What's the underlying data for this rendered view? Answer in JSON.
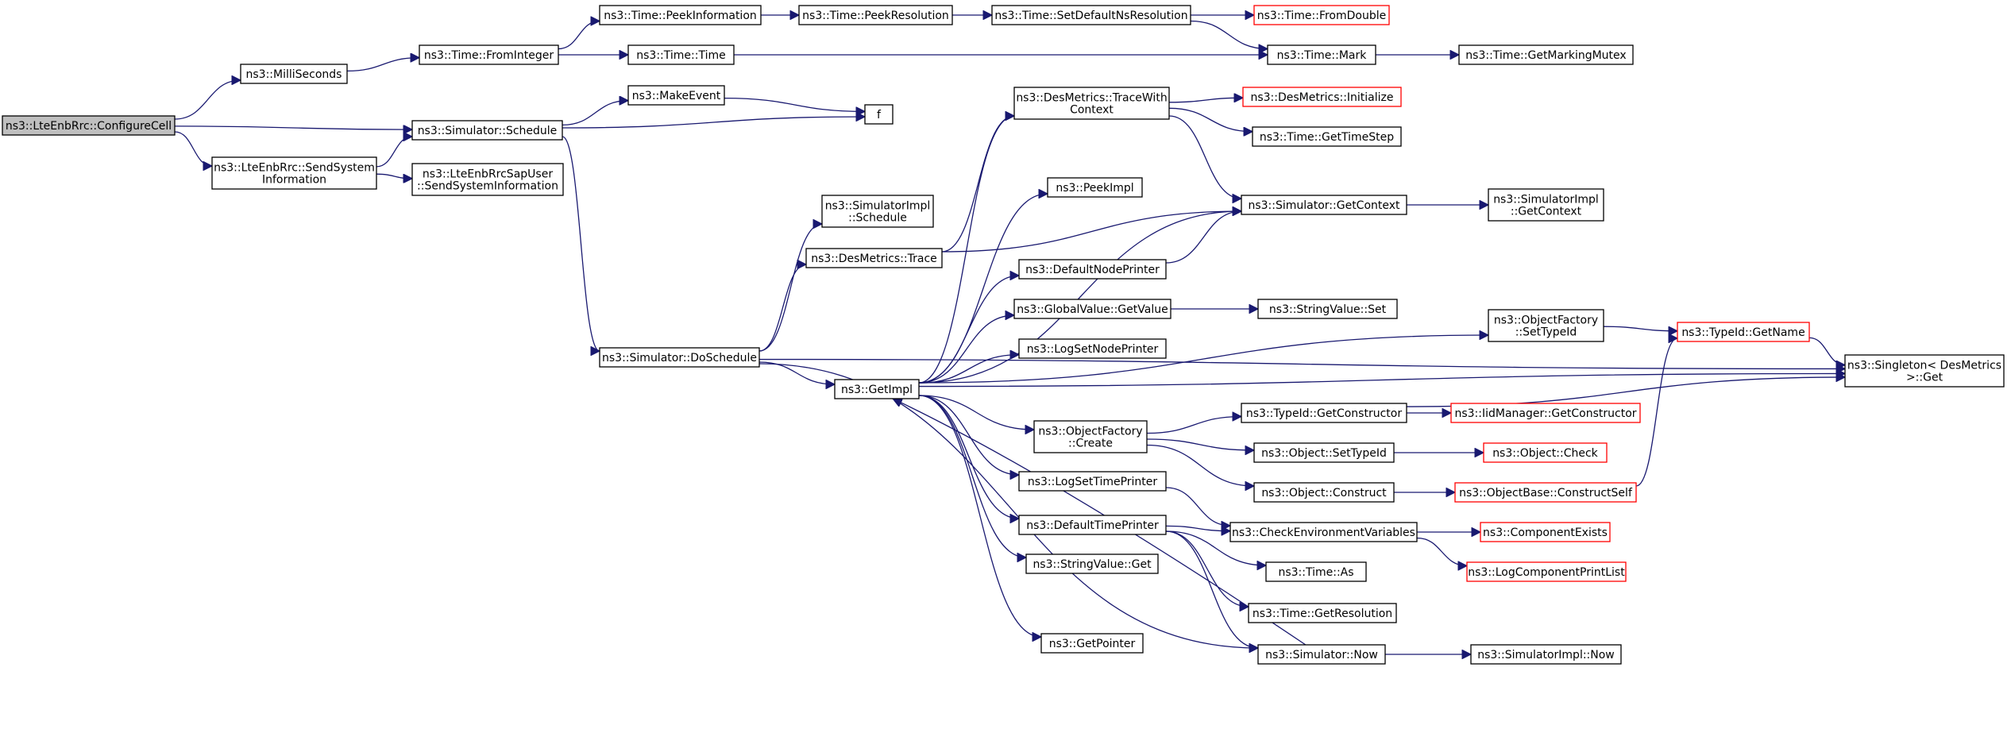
{
  "colors": {
    "edge": "#191970",
    "node_border": "#000000",
    "incomplete_node_border": "#ff0000",
    "root_fill": "#bfbfbf",
    "node_fill": "#ffffff"
  },
  "nodes": [
    {
      "id": "n0",
      "lines": [
        "ns3::LteEnbRrc::ConfigureCell"
      ],
      "root": true
    },
    {
      "id": "n1",
      "lines": [
        "ns3::MilliSeconds"
      ]
    },
    {
      "id": "n2",
      "lines": [
        "ns3::Simulator::Schedule"
      ]
    },
    {
      "id": "n3",
      "lines": [
        "ns3::LteEnbRrc::SendSystem",
        "Information"
      ]
    },
    {
      "id": "n4",
      "lines": [
        "ns3::Time::FromInteger"
      ]
    },
    {
      "id": "n5",
      "lines": [
        "ns3::Time::PeekInformation"
      ]
    },
    {
      "id": "n6",
      "lines": [
        "ns3::Time::PeekResolution"
      ]
    },
    {
      "id": "n7",
      "lines": [
        "ns3::Time::SetDefaultNsResolution"
      ]
    },
    {
      "id": "n8",
      "lines": [
        "ns3::Time::FromDouble"
      ],
      "red": true
    },
    {
      "id": "n9",
      "lines": [
        "ns3::Time::Time"
      ]
    },
    {
      "id": "n10",
      "lines": [
        "ns3::Time::Mark"
      ]
    },
    {
      "id": "n11",
      "lines": [
        "ns3::Time::GetMarkingMutex"
      ]
    },
    {
      "id": "n12",
      "lines": [
        "ns3::MakeEvent"
      ]
    },
    {
      "id": "n13",
      "lines": [
        "f"
      ]
    },
    {
      "id": "n14",
      "lines": [
        "ns3::LteEnbRrcSapUser",
        "::SendSystemInformation"
      ]
    },
    {
      "id": "n15",
      "lines": [
        "ns3::Simulator::DoSchedule"
      ]
    },
    {
      "id": "n16",
      "lines": [
        "ns3::SimulatorImpl",
        "::Schedule"
      ]
    },
    {
      "id": "n17",
      "lines": [
        "ns3::DesMetrics::Trace"
      ]
    },
    {
      "id": "n18",
      "lines": [
        "ns3::GetImpl"
      ]
    },
    {
      "id": "n19",
      "lines": [
        "ns3::DesMetrics::TraceWith",
        "Context"
      ]
    },
    {
      "id": "n20",
      "lines": [
        "ns3::DesMetrics::Initialize"
      ],
      "red": true
    },
    {
      "id": "n21",
      "lines": [
        "ns3::Time::GetTimeStep"
      ]
    },
    {
      "id": "n22",
      "lines": [
        "ns3::PeekImpl"
      ]
    },
    {
      "id": "n23",
      "lines": [
        "ns3::Simulator::GetContext"
      ]
    },
    {
      "id": "n24",
      "lines": [
        "ns3::SimulatorImpl",
        "::GetContext"
      ]
    },
    {
      "id": "n25",
      "lines": [
        "ns3::DefaultNodePrinter"
      ]
    },
    {
      "id": "n26",
      "lines": [
        "ns3::GlobalValue::GetValue"
      ]
    },
    {
      "id": "n27",
      "lines": [
        "ns3::StringValue::Set"
      ]
    },
    {
      "id": "n28",
      "lines": [
        "ns3::LogSetNodePrinter"
      ]
    },
    {
      "id": "n29",
      "lines": [
        "ns3::ObjectFactory",
        "::SetTypeId"
      ]
    },
    {
      "id": "n30",
      "lines": [
        "ns3::TypeId::GetName"
      ],
      "red": true
    },
    {
      "id": "n31",
      "lines": [
        "ns3::Singleton< DesMetrics",
        " >::Get"
      ]
    },
    {
      "id": "n32",
      "lines": [
        "ns3::ObjectFactory",
        "::Create"
      ]
    },
    {
      "id": "n33",
      "lines": [
        "ns3::TypeId::GetConstructor"
      ]
    },
    {
      "id": "n34",
      "lines": [
        "ns3::IidManager::GetConstructor"
      ],
      "red": true
    },
    {
      "id": "n35",
      "lines": [
        "ns3::Object::SetTypeId"
      ]
    },
    {
      "id": "n36",
      "lines": [
        "ns3::Object::Check"
      ],
      "red": true
    },
    {
      "id": "n37",
      "lines": [
        "ns3::Object::Construct"
      ]
    },
    {
      "id": "n38",
      "lines": [
        "ns3::ObjectBase::ConstructSelf"
      ],
      "red": true
    },
    {
      "id": "n39",
      "lines": [
        "ns3::LogSetTimePrinter"
      ]
    },
    {
      "id": "n40",
      "lines": [
        "ns3::DefaultTimePrinter"
      ]
    },
    {
      "id": "n41",
      "lines": [
        "ns3::CheckEnvironmentVariables"
      ]
    },
    {
      "id": "n42",
      "lines": [
        "ns3::ComponentExists"
      ],
      "red": true
    },
    {
      "id": "n43",
      "lines": [
        "ns3::LogComponentPrintList"
      ],
      "red": true
    },
    {
      "id": "n44",
      "lines": [
        "ns3::StringValue::Get"
      ]
    },
    {
      "id": "n45",
      "lines": [
        "ns3::Time::As"
      ]
    },
    {
      "id": "n46",
      "lines": [
        "ns3::Time::GetResolution"
      ]
    },
    {
      "id": "n47",
      "lines": [
        "ns3::GetPointer"
      ]
    },
    {
      "id": "n48",
      "lines": [
        "ns3::Simulator::Now"
      ]
    },
    {
      "id": "n49",
      "lines": [
        "ns3::SimulatorImpl::Now"
      ]
    }
  ],
  "edges": [
    [
      "n0",
      "n1"
    ],
    [
      "n0",
      "n2"
    ],
    [
      "n0",
      "n3"
    ],
    [
      "n1",
      "n4"
    ],
    [
      "n4",
      "n5"
    ],
    [
      "n4",
      "n9"
    ],
    [
      "n5",
      "n6"
    ],
    [
      "n6",
      "n7"
    ],
    [
      "n7",
      "n8"
    ],
    [
      "n7",
      "n10"
    ],
    [
      "n9",
      "n10"
    ],
    [
      "n10",
      "n11"
    ],
    [
      "n2",
      "n12"
    ],
    [
      "n2",
      "n13"
    ],
    [
      "n12",
      "n13"
    ],
    [
      "n2",
      "n15"
    ],
    [
      "n3",
      "n2"
    ],
    [
      "n3",
      "n14"
    ],
    [
      "n15",
      "n16"
    ],
    [
      "n15",
      "n17"
    ],
    [
      "n15",
      "n18"
    ],
    [
      "n15",
      "n48"
    ],
    [
      "n15",
      "n31"
    ],
    [
      "n17",
      "n19"
    ],
    [
      "n17",
      "n23"
    ],
    [
      "n19",
      "n20"
    ],
    [
      "n19",
      "n21"
    ],
    [
      "n19",
      "n23"
    ],
    [
      "n18",
      "n22"
    ],
    [
      "n18",
      "n23"
    ],
    [
      "n18",
      "n25"
    ],
    [
      "n18",
      "n26"
    ],
    [
      "n18",
      "n28"
    ],
    [
      "n18",
      "n29"
    ],
    [
      "n18",
      "n31"
    ],
    [
      "n18",
      "n32"
    ],
    [
      "n18",
      "n39"
    ],
    [
      "n18",
      "n40"
    ],
    [
      "n18",
      "n44"
    ],
    [
      "n18",
      "n47"
    ],
    [
      "n48",
      "n18"
    ],
    [
      "n18",
      "n19"
    ],
    [
      "n23",
      "n24"
    ],
    [
      "n25",
      "n23"
    ],
    [
      "n26",
      "n27"
    ],
    [
      "n29",
      "n30"
    ],
    [
      "n30",
      "n31"
    ],
    [
      "n32",
      "n33"
    ],
    [
      "n32",
      "n35"
    ],
    [
      "n32",
      "n37"
    ],
    [
      "n33",
      "n34"
    ],
    [
      "n33",
      "n31"
    ],
    [
      "n35",
      "n36"
    ],
    [
      "n37",
      "n38"
    ],
    [
      "n38",
      "n30"
    ],
    [
      "n39",
      "n41"
    ],
    [
      "n40",
      "n41"
    ],
    [
      "n40",
      "n45"
    ],
    [
      "n40",
      "n46"
    ],
    [
      "n40",
      "n48"
    ],
    [
      "n41",
      "n42"
    ],
    [
      "n41",
      "n43"
    ],
    [
      "n48",
      "n49"
    ]
  ]
}
